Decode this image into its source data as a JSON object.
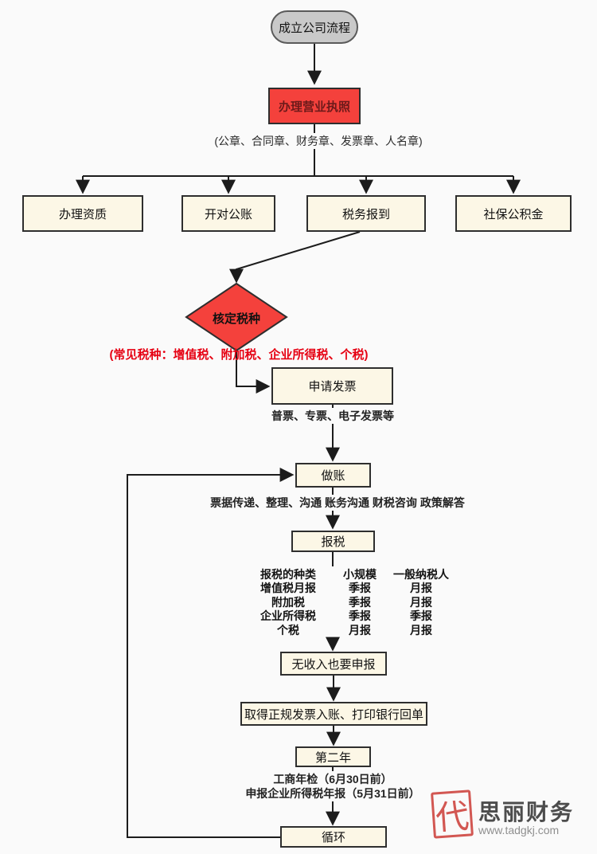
{
  "nodes": {
    "start": "成立公司流程",
    "license": "办理营业执照",
    "qualification": "办理资质",
    "bank_account": "开对公账",
    "tax_registration": "税务报到",
    "social_insurance": "社保公积金",
    "tax_verification": "核定税种",
    "apply_invoice": "申请发票",
    "bookkeeping": "做账",
    "tax_filing": "报税",
    "no_income_filing": "无收入也要申报",
    "formal_invoice": "取得正规发票入账、打印银行回单",
    "second_year": "第二年",
    "loop": "循环"
  },
  "notes": {
    "license_seals": "(公章、合同章、财务章、发票章、人名章)",
    "common_taxes": "(常见税种：增值税、附加税、企业所得税、个税)",
    "invoice_types": "普票、专票、电子发票等",
    "bookkeeping_services": "票据传递、整理、沟通 账务沟通 财税咨询 政策解答",
    "annual_inspection": "工商年检（6月30日前）",
    "annual_tax_report": "申报企业所得税年报（5月31日前）"
  },
  "tax_table": {
    "headers": [
      "报税的种类",
      "小规模",
      "一般纳税人"
    ],
    "rows": [
      [
        "增值税月报",
        "季报",
        "月报"
      ],
      [
        "附加税",
        "季报",
        "月报"
      ],
      [
        "企业所得税",
        "季报",
        "季报"
      ],
      [
        "个税",
        "月报",
        "月报"
      ]
    ]
  },
  "watermark": {
    "seal_char": "代",
    "brand": "思丽财务",
    "url": "www.tadgkj.com"
  },
  "colors": {
    "red_node": "#f4413c",
    "cream_node": "#fcf7e6",
    "note_red": "#e60012",
    "line": "#1c1c1c"
  }
}
